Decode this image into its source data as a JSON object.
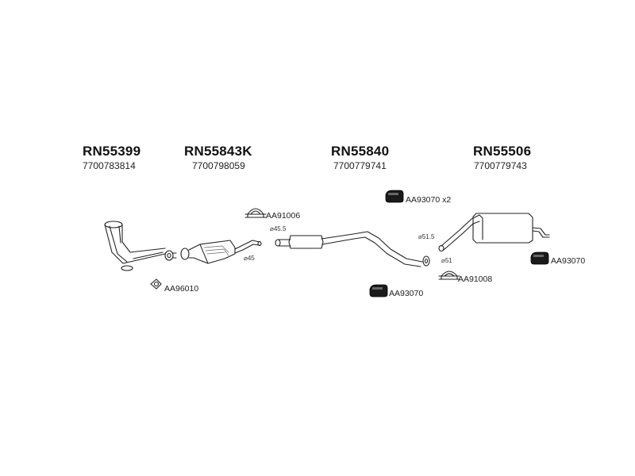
{
  "sections": [
    {
      "part_code": "RN55399",
      "oem_number": "7700783814"
    },
    {
      "part_code": "RN55843K",
      "oem_number": "7700798059"
    },
    {
      "part_code": "RN55840",
      "oem_number": "7700779741"
    },
    {
      "part_code": "RN55506",
      "oem_number": "7700779743"
    }
  ],
  "accessories": {
    "gasket_front": "AA96010",
    "clamp_1": "AA91006",
    "hanger_top": "AA93070 x2",
    "hanger_mid": "AA93070",
    "clamp_2": "AA91008",
    "hanger_rear": "AA93070"
  },
  "diameters": {
    "d1": "⌀45.5",
    "d2": "⌀45",
    "d3": "⌀51.5",
    "d4": "⌀51"
  }
}
